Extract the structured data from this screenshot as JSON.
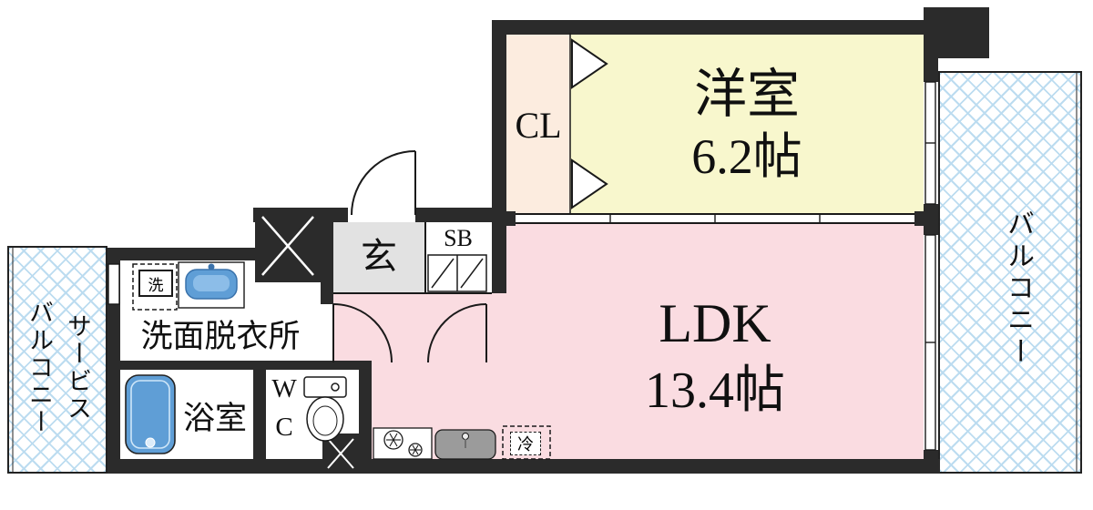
{
  "colors": {
    "wall": "#2b2b2b",
    "western_room": "#f8f7cd",
    "ldk_room": "#fadce1",
    "closet": "#fcecdf",
    "entry": "#e2e2e2",
    "hatch": "#bcdcf0",
    "fixture_blue": "#5f9ed6",
    "fixture_blue_dark": "#3a72ab",
    "sink_gray": "#9b9b9b",
    "line": "#1a1a1a"
  },
  "rooms": {
    "western": {
      "name": "洋室",
      "size": "6.2帖"
    },
    "ldk": {
      "name": "LDK",
      "size": "13.4帖"
    },
    "closet": {
      "name": "CL"
    },
    "balcony": {
      "name": "バルコニー"
    },
    "service_balcony": {
      "name": "サービス\nバルコニー"
    },
    "washroom": {
      "name": "洗面脱衣所"
    },
    "bathroom": {
      "name": "浴室"
    },
    "toilet": {
      "name": "W\nC"
    },
    "entrance": {
      "name": "玄"
    },
    "shoe_box": {
      "name": "SB"
    }
  },
  "fixtures": {
    "washer": "洗",
    "refrigerator": "冷"
  }
}
